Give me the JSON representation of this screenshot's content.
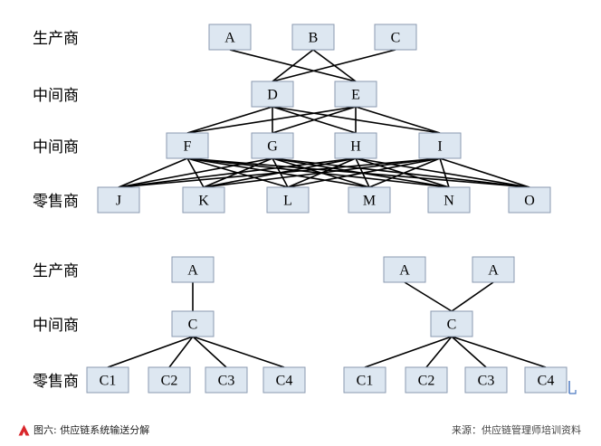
{
  "row_labels": {
    "top": [
      "生产商",
      "中间商",
      "中间商",
      "零售商"
    ],
    "bottom_left": [
      "生产商",
      "中间商",
      "零售商"
    ]
  },
  "diagram_top": {
    "producers": [
      "A",
      "B",
      "C"
    ],
    "mid1": [
      "D",
      "E"
    ],
    "mid2": [
      "F",
      "G",
      "H",
      "I"
    ],
    "retailers": [
      "J",
      "K",
      "L",
      "M",
      "N",
      "O"
    ]
  },
  "diagram_bottom_left": {
    "producer": "A",
    "middleman": "C",
    "retailers": [
      "C1",
      "C2",
      "C3",
      "C4"
    ]
  },
  "diagram_bottom_right": {
    "producers": [
      "A",
      "A"
    ],
    "middleman": "C",
    "retailers": [
      "C1",
      "C2",
      "C3",
      "C4"
    ]
  },
  "caption": {
    "left": "图六: 供应链系统输送分解",
    "right": "来源：供应链管理师培训资料"
  },
  "colors": {
    "node_fill": "#dde7f1",
    "node_stroke": "#8a9ab0",
    "logo": "#d9262b"
  }
}
